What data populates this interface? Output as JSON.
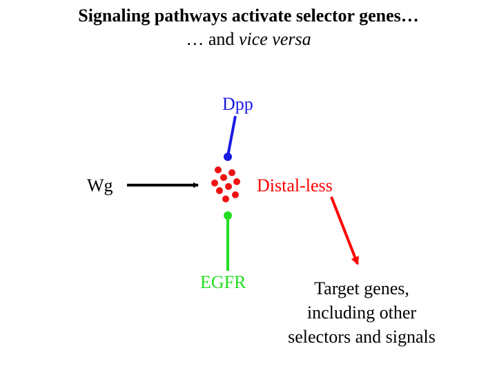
{
  "title": {
    "line1": "Signaling pathways activate selector genes…",
    "line2_prefix": "… and ",
    "line2_italic": "vice versa"
  },
  "labels": {
    "dpp": "Dpp",
    "wg": "Wg",
    "distal_less": "Distal-less",
    "egfr": "EGFR",
    "targets": [
      "Target genes,",
      "including other",
      "selectors and signals"
    ]
  },
  "colors": {
    "dpp": "#1a1ae6",
    "distal_less": "#ff0000",
    "egfr": "#22dd22",
    "wg": "#000000",
    "cluster": "#ee1111"
  }
}
